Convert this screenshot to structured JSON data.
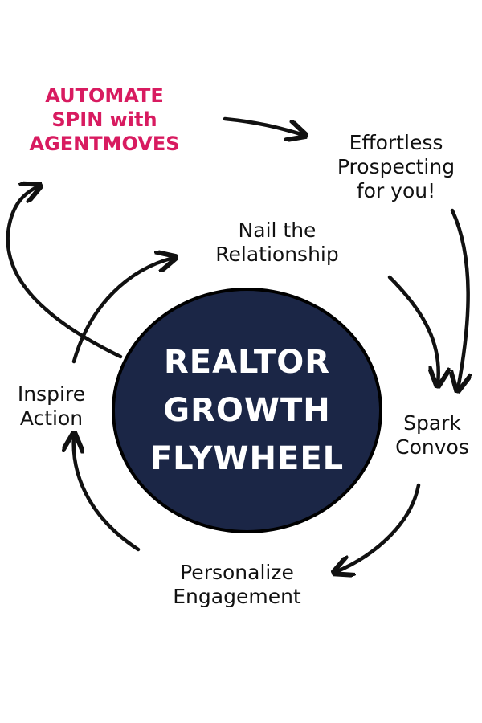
{
  "hub": {
    "lines": [
      "REALTOR",
      "GROWTH",
      "FLYWHEEL"
    ],
    "fill": "#1b2646",
    "text_color": "#ffffff"
  },
  "callout": {
    "lines": [
      "AUTOMATE",
      "SPIN with",
      "AGENTMOVES"
    ],
    "color": "#d81b60"
  },
  "steps": {
    "effortless": {
      "lines": [
        "Effortless",
        "Prospecting",
        "for you!"
      ]
    },
    "nail": {
      "lines": [
        "Nail the",
        "Relationship"
      ]
    },
    "spark": {
      "lines": [
        "Spark",
        "Convos"
      ]
    },
    "personalize": {
      "lines": [
        "Personalize",
        "Engagement"
      ]
    },
    "inspire": {
      "lines": [
        "Inspire",
        "Action"
      ]
    }
  },
  "arrow_color": "#111111"
}
